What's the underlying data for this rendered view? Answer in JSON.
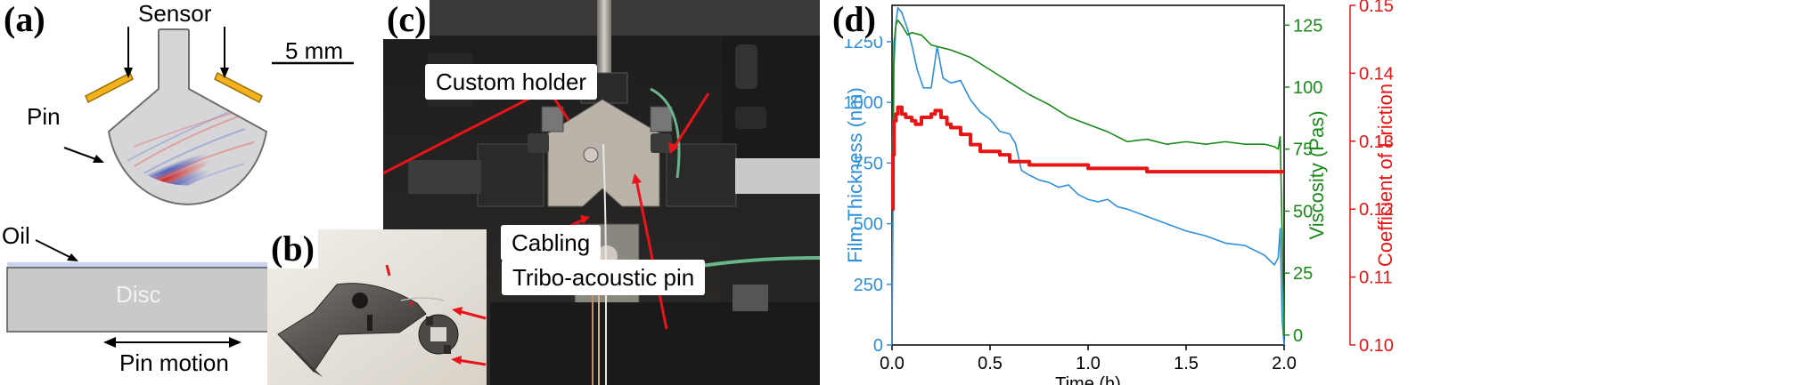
{
  "panel_a": {
    "letter": "(a)",
    "sensor_label": "Sensor",
    "scale_label": "5 mm",
    "pin_label": "Pin",
    "oil_label": "Oil",
    "disc_label": "Disc",
    "motion_label": "Pin motion"
  },
  "panel_b": {
    "letter": "(b)"
  },
  "panel_c": {
    "letter": "(c)",
    "holder_label": "Custom holder",
    "cabling_label": "Cabling",
    "pin_label": "Tribo-acoustic pin"
  },
  "panel_d": {
    "letter": "(d)"
  },
  "chart_data": {
    "type": "line",
    "xlabel": "Time (h)",
    "xlim": [
      0,
      2.0
    ],
    "xticks": [
      "0.0",
      "0.5",
      "1.0",
      "1.5",
      "2.0"
    ],
    "axes": [
      {
        "label": "Film Thickness (nm)",
        "color": "#2e8fdc",
        "side": "left",
        "ylim": [
          0,
          1400
        ],
        "ticks": [
          "0",
          "250",
          "500",
          "750",
          "1000",
          "1250"
        ]
      },
      {
        "label": "Viscosity (Pas)",
        "color": "#1a8a1a",
        "side": "right",
        "ylim": [
          -4,
          133
        ],
        "ticks": [
          "0",
          "25",
          "50",
          "75",
          "100",
          "125"
        ]
      },
      {
        "label": "Coefficient of Friction",
        "color": "#e81515",
        "side": "right-outer",
        "ylim": [
          0.1,
          0.15
        ],
        "ticks": [
          "0.10",
          "0.11",
          "0.12",
          "0.13",
          "0.14",
          "0.15"
        ]
      }
    ],
    "series": [
      {
        "axis": 0,
        "color": "#2e8fdc",
        "x": [
          0,
          0.01,
          0.02,
          0.03,
          0.05,
          0.08,
          0.1,
          0.13,
          0.16,
          0.2,
          0.23,
          0.26,
          0.3,
          0.35,
          0.4,
          0.45,
          0.5,
          0.55,
          0.6,
          0.63,
          0.66,
          0.7,
          0.75,
          0.8,
          0.85,
          0.9,
          0.95,
          1.0,
          1.05,
          1.1,
          1.15,
          1.2,
          1.3,
          1.4,
          1.5,
          1.6,
          1.7,
          1.8,
          1.9,
          1.95,
          1.97,
          1.98,
          1.99,
          2.0
        ],
        "y": [
          0,
          1150,
          1330,
          1390,
          1370,
          1300,
          1240,
          1130,
          1060,
          1060,
          1230,
          1100,
          1080,
          1090,
          1010,
          960,
          930,
          880,
          870,
          830,
          720,
          700,
          680,
          670,
          650,
          660,
          620,
          600,
          590,
          600,
          570,
          560,
          530,
          500,
          470,
          450,
          420,
          410,
          370,
          330,
          360,
          480,
          100,
          0
        ]
      },
      {
        "axis": 1,
        "color": "#1a8a1a",
        "x": [
          0,
          0.01,
          0.02,
          0.03,
          0.05,
          0.08,
          0.1,
          0.15,
          0.2,
          0.3,
          0.4,
          0.5,
          0.6,
          0.7,
          0.8,
          0.9,
          1.0,
          1.1,
          1.2,
          1.3,
          1.4,
          1.5,
          1.6,
          1.7,
          1.8,
          1.9,
          1.95,
          1.97,
          1.98,
          1.99,
          2.0
        ],
        "y": [
          60,
          118,
          125,
          127,
          125,
          121,
          122,
          121,
          117,
          115,
          112,
          107,
          102,
          97,
          93,
          88,
          85,
          82,
          78,
          79,
          77,
          78,
          77,
          78,
          77,
          77,
          76,
          75,
          80,
          40,
          0
        ]
      },
      {
        "axis": 2,
        "color": "#e81515",
        "x": [
          0,
          0.005,
          0.01,
          0.02,
          0.03,
          0.05,
          0.07,
          0.1,
          0.12,
          0.15,
          0.18,
          0.2,
          0.22,
          0.25,
          0.28,
          0.3,
          0.35,
          0.4,
          0.45,
          0.5,
          0.55,
          0.6,
          0.65,
          0.7,
          0.8,
          0.9,
          1.0,
          1.1,
          1.2,
          1.3,
          1.4,
          1.5,
          1.6,
          1.7,
          1.8,
          1.9,
          1.95,
          2.0
        ],
        "y": [
          0.12,
          0.128,
          0.133,
          0.134,
          0.135,
          0.134,
          0.1335,
          0.133,
          0.1325,
          0.1335,
          0.1335,
          0.134,
          0.1345,
          0.1335,
          0.1325,
          0.132,
          0.131,
          0.1295,
          0.1285,
          0.1285,
          0.128,
          0.127,
          0.127,
          0.1265,
          0.1265,
          0.1265,
          0.126,
          0.126,
          0.126,
          0.1255,
          0.1255,
          0.1255,
          0.1255,
          0.1255,
          0.1255,
          0.1255,
          0.1255,
          0.1255
        ]
      }
    ]
  }
}
